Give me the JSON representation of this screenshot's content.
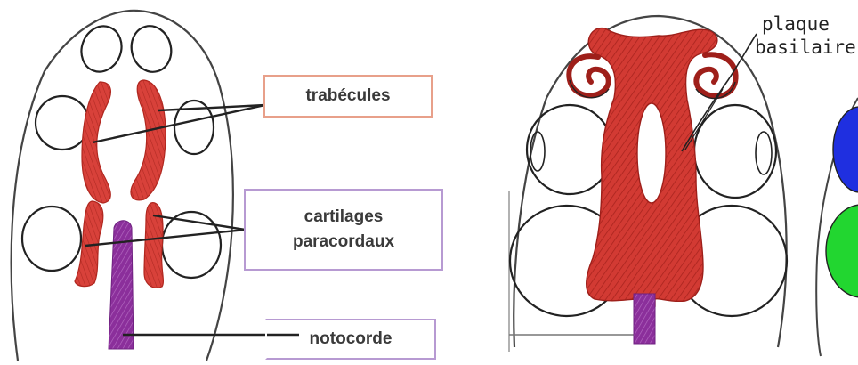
{
  "left_diagram": {
    "labels": {
      "trabecules": "trabécules",
      "cartilages_line1": "cartilages",
      "cartilages_line2": "paracordaux",
      "notocorde": "notocorde"
    }
  },
  "right_diagram": {
    "labels": {
      "plaque": "plaque",
      "basilaire": "basilaire"
    }
  },
  "colors": {
    "cartilage": "#d23a33",
    "cartilage_dark": "#9e1f1a",
    "notochord": "#8b2f9b",
    "label_border": "#e8a08a",
    "label_border_purple": "#b79ad2",
    "blue": "#1f2fe0",
    "green": "#22d630"
  }
}
